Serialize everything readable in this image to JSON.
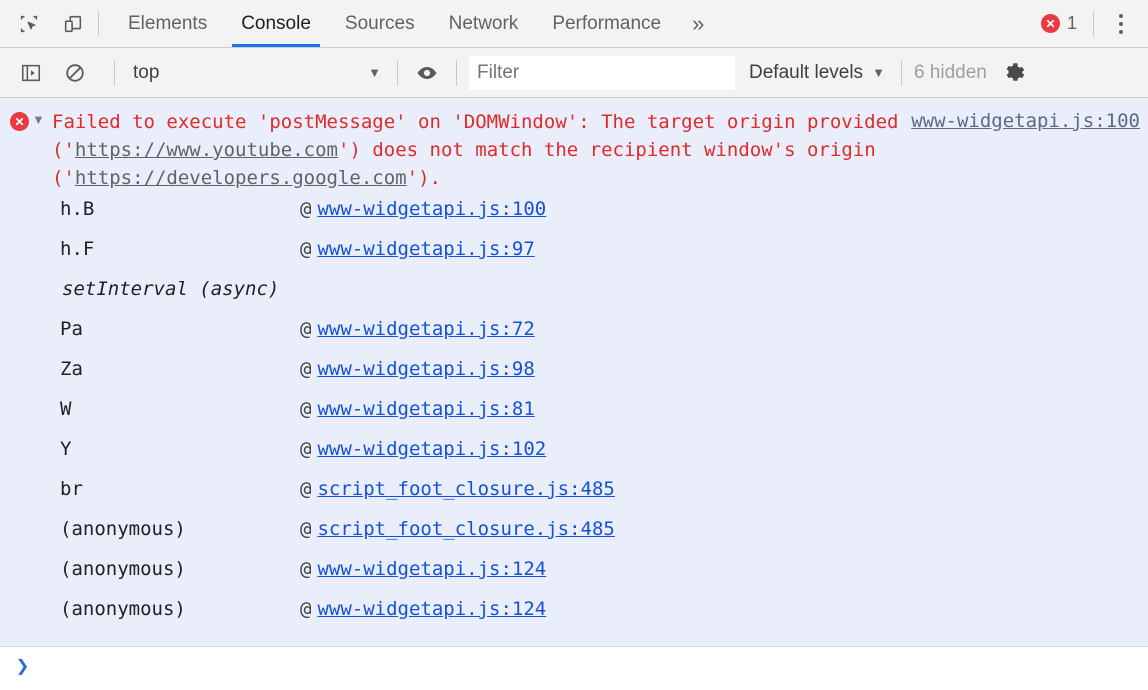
{
  "toolbar": {
    "inspect_icon": "inspect-element-icon",
    "device_icon": "device-toolbar-icon",
    "tabs": [
      {
        "label": "Elements",
        "active": false
      },
      {
        "label": "Console",
        "active": true
      },
      {
        "label": "Sources",
        "active": false
      },
      {
        "label": "Network",
        "active": false
      },
      {
        "label": "Performance",
        "active": false
      }
    ],
    "more_tabs_label": "»",
    "error_count": "1",
    "menu_icon": "kebab-menu-icon"
  },
  "console_toolbar": {
    "sidebar_icon": "console-sidebar-icon",
    "clear_icon": "clear-console-icon",
    "context": "top",
    "context_caret": "▼",
    "eye_icon": "live-expression-eye-icon",
    "filter_placeholder": "Filter",
    "filter_value": "",
    "levels_label": "Default levels",
    "levels_caret": "▼",
    "hidden_label": "6 hidden",
    "settings_icon": "settings-gear-icon"
  },
  "message": {
    "level": "error",
    "disclosure": "▼",
    "text_parts": [
      {
        "text": "Failed to execute 'postMessage' on 'DOMWindow': The target origin provided ('",
        "type": "text"
      },
      {
        "text": "https://www.youtube.com",
        "type": "url"
      },
      {
        "text": "') does not match the recipient window's origin ('",
        "type": "text"
      },
      {
        "text": "https://developers.google.com",
        "type": "url"
      },
      {
        "text": "').",
        "type": "text"
      }
    ],
    "source": "www-widgetapi.js:100",
    "stack": [
      {
        "fn": "h.B",
        "at": "@",
        "src": "www-widgetapi.js:100",
        "async": false
      },
      {
        "fn": "h.F",
        "at": "@",
        "src": "www-widgetapi.js:97",
        "async": false
      },
      {
        "fn": "setInterval (async)",
        "at": "",
        "src": "",
        "async": true
      },
      {
        "fn": "Pa",
        "at": "@",
        "src": "www-widgetapi.js:72",
        "async": false
      },
      {
        "fn": "Za",
        "at": "@",
        "src": "www-widgetapi.js:98",
        "async": false
      },
      {
        "fn": "W",
        "at": "@",
        "src": "www-widgetapi.js:81",
        "async": false
      },
      {
        "fn": "Y",
        "at": "@",
        "src": "www-widgetapi.js:102",
        "async": false
      },
      {
        "fn": "br",
        "at": "@",
        "src": "script_foot_closure.js:485",
        "async": false
      },
      {
        "fn": "(anonymous)",
        "at": "@",
        "src": "script_foot_closure.js:485",
        "async": false
      },
      {
        "fn": "(anonymous)",
        "at": "@",
        "src": "www-widgetapi.js:124",
        "async": false
      },
      {
        "fn": "(anonymous)",
        "at": "@",
        "src": "www-widgetapi.js:124",
        "async": false
      }
    ]
  },
  "prompt": {
    "chevron": "❯"
  },
  "colors": {
    "error_red": "#eb3941",
    "error_text": "#e02a2a",
    "accent_blue": "#1a73e8",
    "link_blue": "#1552d8",
    "message_bg": "#e9eefa",
    "toolbar_bg": "#f3f3f3"
  }
}
